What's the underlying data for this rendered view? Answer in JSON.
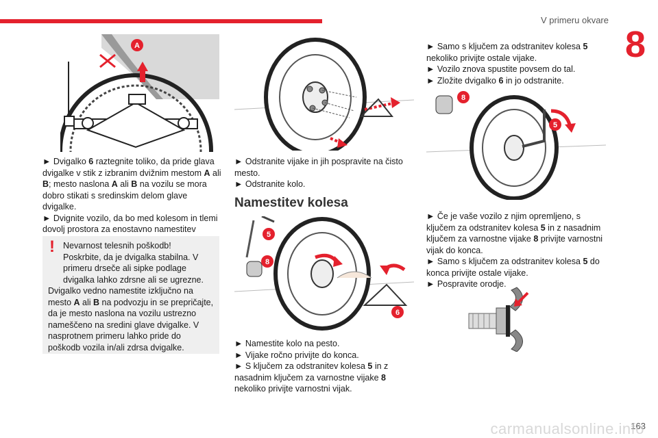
{
  "header": {
    "section_title": "V primeru okvare",
    "chapter": "8"
  },
  "col1": {
    "p1_a": "► Dvigalko ",
    "p1_b": "6",
    "p1_c": " raztegnite toliko, da pride glava dvigalke v stik z izbranim dvižnim mestom ",
    "p1_d": "A",
    "p1_e": " ali ",
    "p1_f": "B",
    "p1_g": "; mesto naslona ",
    "p1_h": "A",
    "p1_i": " ali ",
    "p1_j": "B",
    "p1_k": " na vozilu se mora dobro stikati s sredinskim delom glave dvigalke.",
    "p2": "► Dvignite vozilo, da bo med kolesom in tlemi dovolj prostora za enostavno namestitev rezervnega kolesa, ki ni predrto."
  },
  "warning": {
    "title": "Nevarnost telesnih poškodb!",
    "line1": "Poskrbite, da je dvigalka stabilna. V primeru drseče ali sipke podlage dvigalka lahko zdrsne ali se ugrezne.",
    "l2_a": "Dvigalko vedno namestite izključno na mesto ",
    "l2_b": "A",
    "l2_c": " ali ",
    "l2_d": "B",
    "l2_e": " na podvozju in se prepričajte, da je mesto naslona na vozilu ustrezno nameščeno na sredini glave dvigalke. V nasprotnem primeru lahko pride do poškodb vozila in/ali zdrsa dvigalke."
  },
  "col2": {
    "p1": "► Odstranite vijake in jih pospravite na čisto mesto.",
    "p2": "► Odstranite kolo.",
    "heading": "Namestitev kolesa",
    "p3": "► Namestite kolo na pesto.",
    "p4": "► Vijake ročno privijte do konca.",
    "p5_a": "► S ključem za odstranitev kolesa ",
    "p5_b": "5",
    "p5_c": " in z nasadnim ključem za varnostne vijake ",
    "p5_d": "8",
    "p5_e": " nekoliko privijte varnostni vijak."
  },
  "col3": {
    "p1_a": "► Samo s ključem za odstranitev kolesa ",
    "p1_b": "5",
    "p1_c": " nekoliko privijte ostale vijake.",
    "p2": "► Vozilo znova spustite povsem do tal.",
    "p3_a": "► Zložite dvigalko ",
    "p3_b": "6",
    "p3_c": " in jo odstranite.",
    "p4_a": "► Če je vaše vozilo z njim opremljeno, s ključem za odstranitev kolesa ",
    "p4_b": "5",
    "p4_c": " in z nasadnim ključem za varnostne vijake ",
    "p4_d": "8",
    "p4_e": " privijte varnostni vijak do konca.",
    "p5_a": "► Samo s ključem za odstranitev kolesa ",
    "p5_b": "5",
    "p5_c": " do konca privijte ostale vijake.",
    "p6": "► Pospravite orodje."
  },
  "labels": {
    "A": "A",
    "n5": "5",
    "n6": "6",
    "n8": "8"
  },
  "footer": {
    "page": "163",
    "watermark": "carmanualsonline.info"
  },
  "colors": {
    "accent": "#e4212d"
  }
}
